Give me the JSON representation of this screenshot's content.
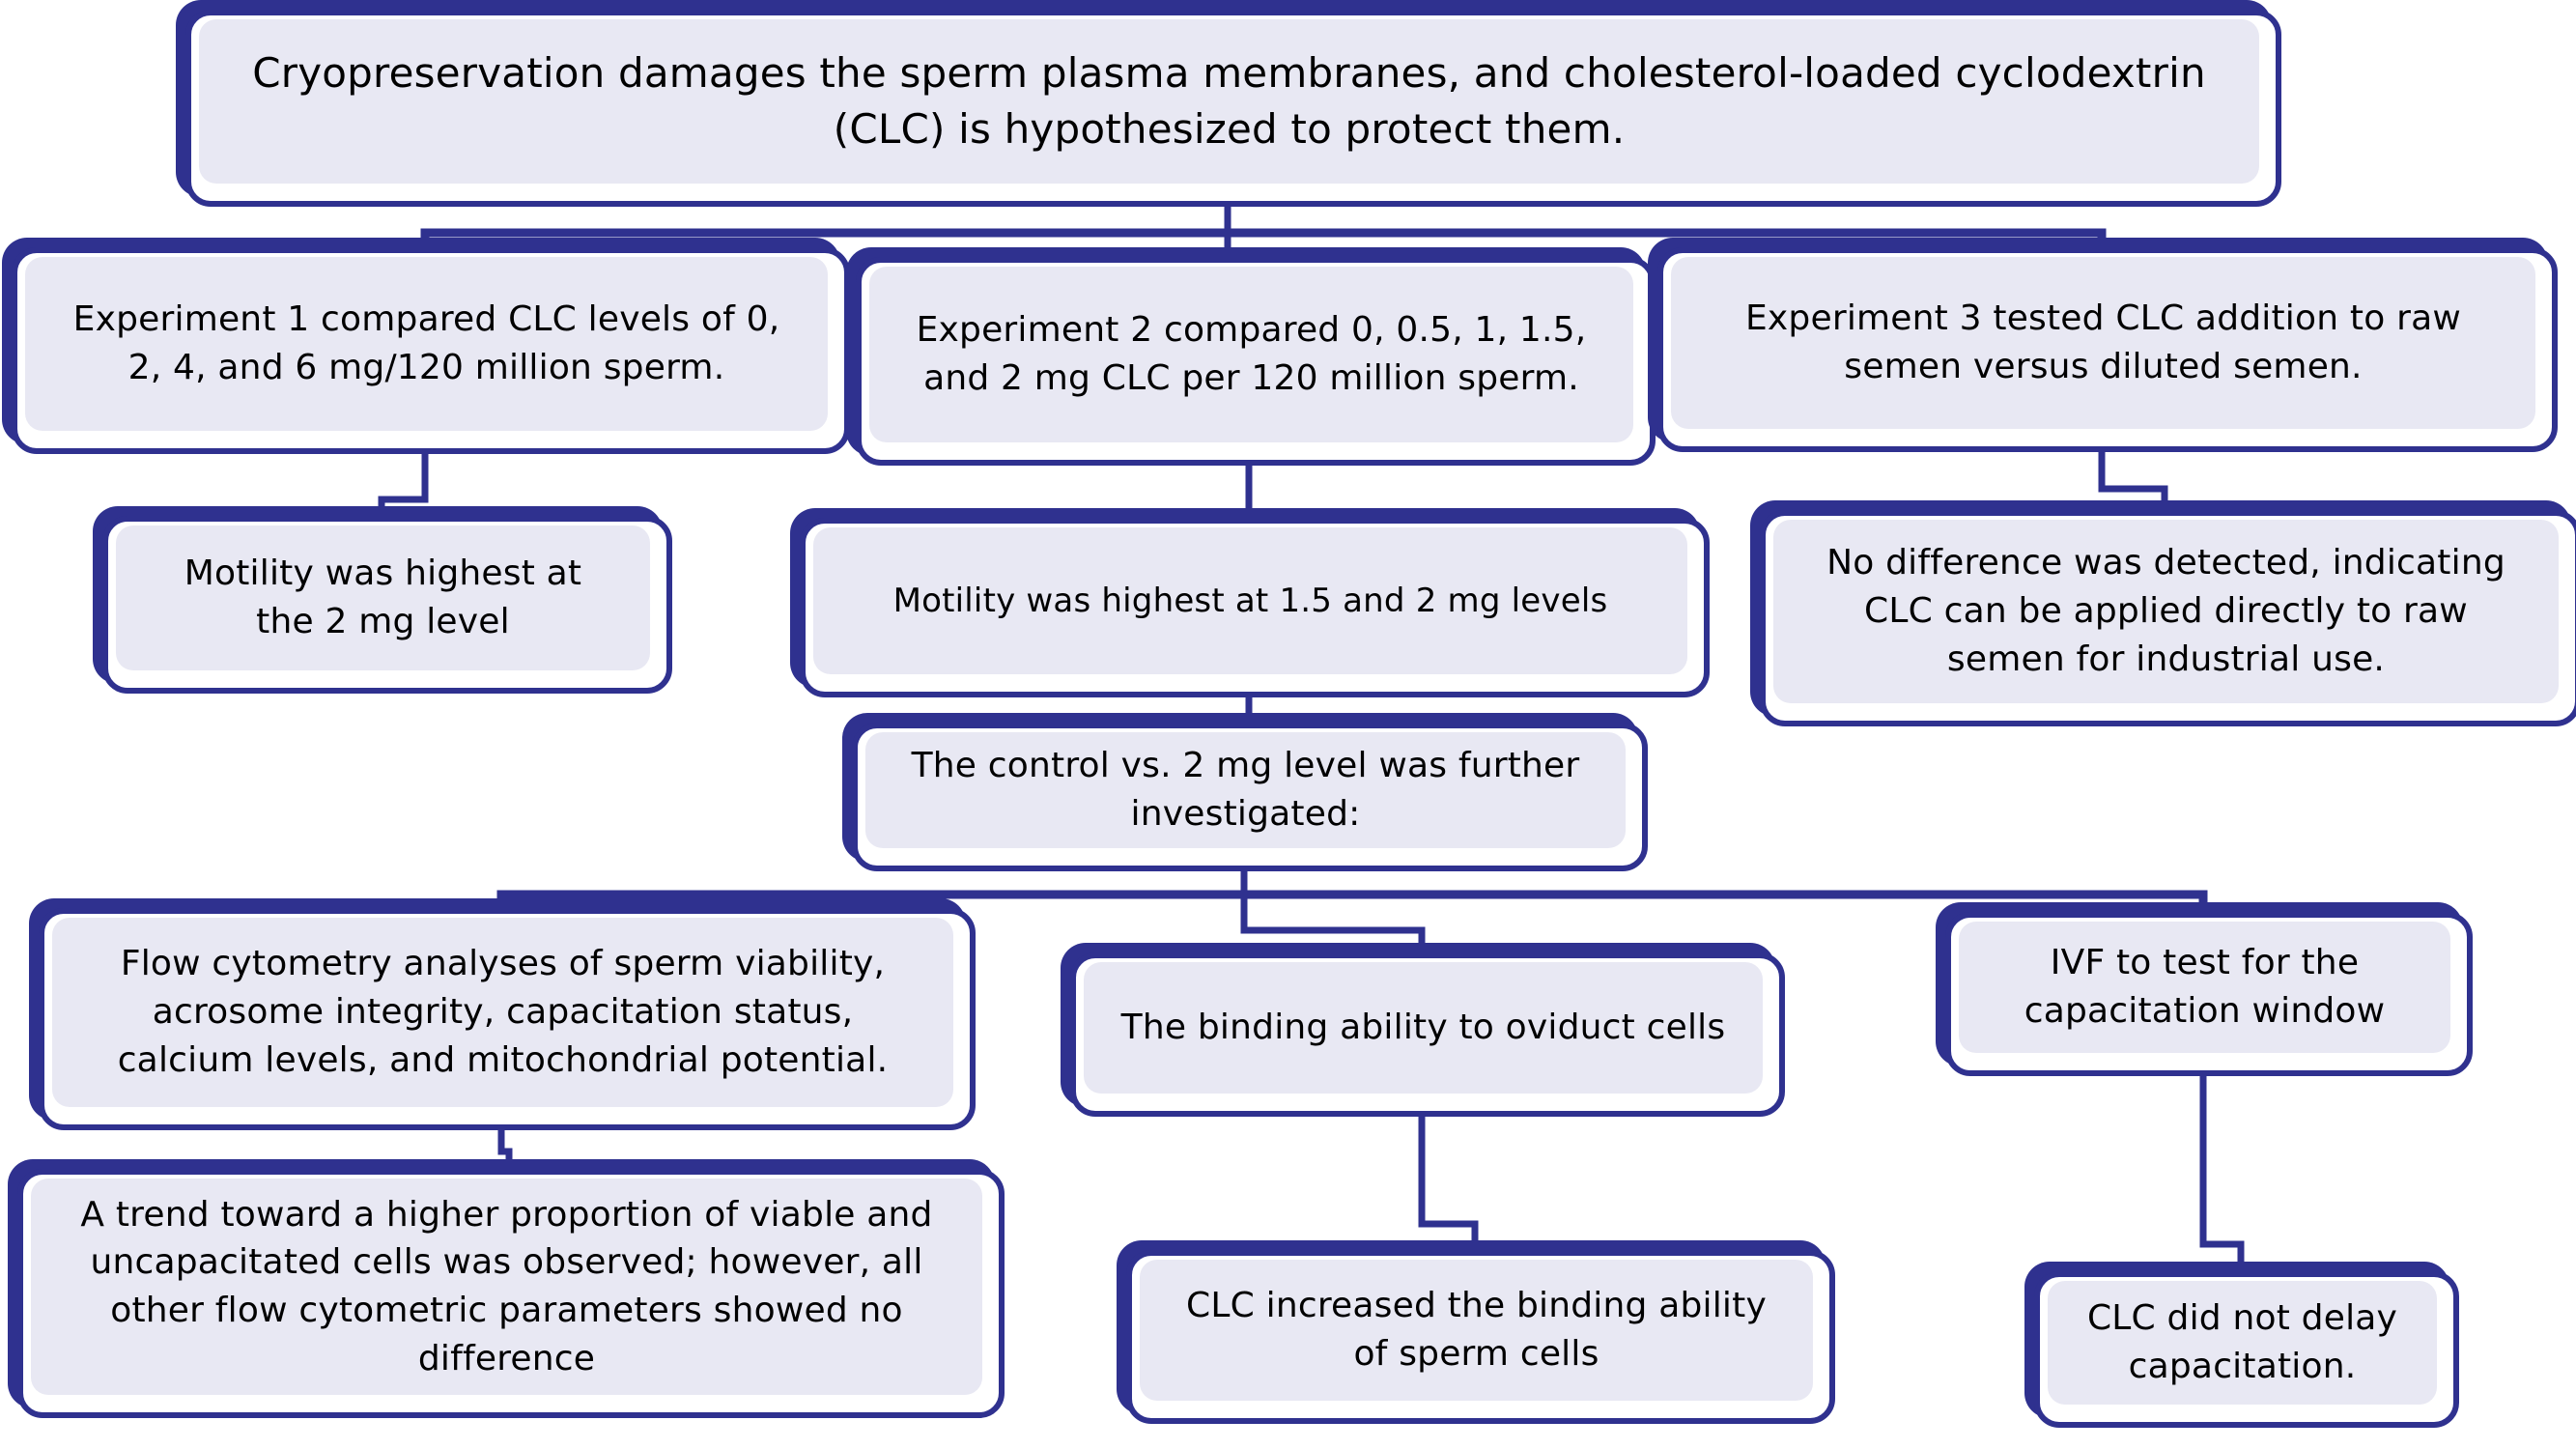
{
  "diagram": {
    "type": "flowchart",
    "colors": {
      "line": "#2f318f",
      "node_fill": "#e8e8f3",
      "node_border": "#2f318f",
      "text": "#000000",
      "background": "#ffffff"
    },
    "nodes": {
      "hypothesis": {
        "text": "Cryopreservation damages the sperm plasma membranes, and cholesterol-loaded cyclodextrin (CLC) is hypothesized to protect them."
      },
      "exp1": {
        "text": "Experiment 1 compared CLC levels of 0, 2, 4, and 6 mg/120 million sperm."
      },
      "exp2": {
        "text": "Experiment 2 compared 0, 0.5, 1, 1.5, and 2 mg CLC per 120 million sperm."
      },
      "exp3": {
        "text": "Experiment 3 tested CLC addition to raw semen versus diluted semen."
      },
      "exp1_result": {
        "text": "Motility was highest at the 2 mg level"
      },
      "exp2_result": {
        "text": "Motility was highest at 1.5 and 2 mg levels"
      },
      "exp3_result": {
        "text": "No difference was detected, indicating CLC can be applied directly to raw semen for industrial use."
      },
      "followup": {
        "text": "The control vs. 2 mg level was further investigated:"
      },
      "flow": {
        "text": "Flow cytometry analyses of sperm viability, acrosome integrity, capacitation status, calcium levels, and mitochondrial potential."
      },
      "binding": {
        "text": "The binding ability to oviduct cells"
      },
      "ivf": {
        "text": "IVF to test for the capacitation window"
      },
      "flow_result": {
        "text": "A trend toward a higher proportion of viable and uncapacitated cells was observed; however, all other flow cytometric parameters showed no difference"
      },
      "binding_result": {
        "text": "CLC increased the binding ability of sperm cells"
      },
      "ivf_result": {
        "text": "CLC did not delay capacitation."
      }
    },
    "edges": [
      [
        "hypothesis",
        "exp1"
      ],
      [
        "hypothesis",
        "exp2"
      ],
      [
        "hypothesis",
        "exp3"
      ],
      [
        "exp1",
        "exp1_result"
      ],
      [
        "exp2",
        "exp2_result"
      ],
      [
        "exp3",
        "exp3_result"
      ],
      [
        "exp2_result",
        "followup"
      ],
      [
        "followup",
        "flow"
      ],
      [
        "followup",
        "binding"
      ],
      [
        "followup",
        "ivf"
      ],
      [
        "flow",
        "flow_result"
      ],
      [
        "binding",
        "binding_result"
      ],
      [
        "ivf",
        "ivf_result"
      ]
    ]
  }
}
